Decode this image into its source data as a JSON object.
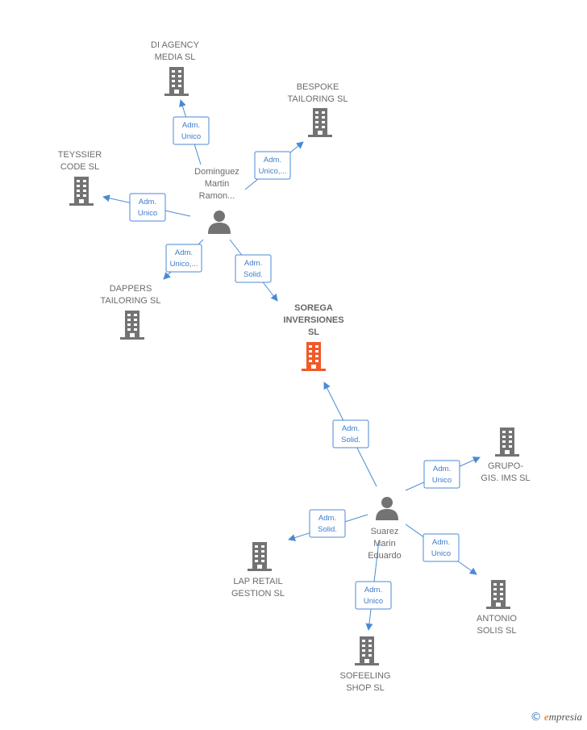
{
  "colors": {
    "company": "#737373",
    "company_highlight": "#f05a28",
    "person": "#737373",
    "edge": "#4a8ad4",
    "label": "#6b6b6b"
  },
  "nodes": [
    {
      "id": "sorega",
      "type": "company",
      "highlight": true,
      "lines": [
        "SOREGA",
        "INVERSIONES",
        "SL"
      ]
    },
    {
      "id": "dominguez",
      "type": "person",
      "lines": [
        "Dominguez",
        "Martin",
        "Ramon..."
      ]
    },
    {
      "id": "suarez",
      "type": "person",
      "lines": [
        "Suarez",
        "Marin",
        "Eduardo"
      ]
    },
    {
      "id": "diagency",
      "type": "company",
      "lines": [
        "DI AGENCY",
        "MEDIA SL"
      ]
    },
    {
      "id": "bespoke",
      "type": "company",
      "lines": [
        "BESPOKE",
        "TAILORING SL"
      ]
    },
    {
      "id": "teyssier",
      "type": "company",
      "lines": [
        "TEYSSIER",
        "CODE SL"
      ]
    },
    {
      "id": "dappers",
      "type": "company",
      "lines": [
        "DAPPERS",
        "TAILORING SL"
      ]
    },
    {
      "id": "grupogis",
      "type": "company",
      "lines": [
        "GRUPO-",
        "GIS. IMS SL"
      ]
    },
    {
      "id": "lapretail",
      "type": "company",
      "lines": [
        "LAP RETAIL",
        "GESTION SL"
      ]
    },
    {
      "id": "antonio",
      "type": "company",
      "lines": [
        "ANTONIO",
        "SOLIS SL"
      ]
    },
    {
      "id": "sofeeling",
      "type": "company",
      "lines": [
        "SOFEELING",
        "SHOP SL"
      ]
    }
  ],
  "edges": [
    {
      "from": "dominguez",
      "to": "diagency",
      "lines": [
        "Adm.",
        "Unico"
      ]
    },
    {
      "from": "dominguez",
      "to": "bespoke",
      "lines": [
        "Adm.",
        "Unico,..."
      ]
    },
    {
      "from": "dominguez",
      "to": "teyssier",
      "lines": [
        "Adm.",
        "Unico"
      ]
    },
    {
      "from": "dominguez",
      "to": "dappers",
      "lines": [
        "Adm.",
        "Unico,..."
      ]
    },
    {
      "from": "dominguez",
      "to": "sorega",
      "lines": [
        "Adm.",
        "Solid."
      ]
    },
    {
      "from": "suarez",
      "to": "sorega",
      "lines": [
        "Adm.",
        "Solid."
      ]
    },
    {
      "from": "suarez",
      "to": "grupogis",
      "lines": [
        "Adm.",
        "Unico"
      ]
    },
    {
      "from": "suarez",
      "to": "lapretail",
      "lines": [
        "Adm.",
        "Solid."
      ]
    },
    {
      "from": "suarez",
      "to": "antonio",
      "lines": [
        "Adm.",
        "Unico"
      ]
    },
    {
      "from": "suarez",
      "to": "sofeeling",
      "lines": [
        "Adm.",
        "Unico"
      ]
    }
  ],
  "watermark": {
    "symbol": "©",
    "brand_initial": "e",
    "brand_rest": "mpresia"
  }
}
